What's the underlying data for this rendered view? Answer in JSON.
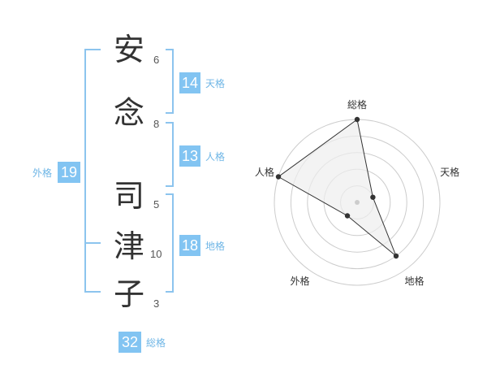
{
  "name": {
    "chars": [
      {
        "char": "安",
        "strokes": "6"
      },
      {
        "char": "念",
        "strokes": "8"
      },
      {
        "char": "司",
        "strokes": "5"
      },
      {
        "char": "津",
        "strokes": "10"
      },
      {
        "char": "子",
        "strokes": "3"
      }
    ]
  },
  "fortunes": {
    "tenkaku": {
      "value": "14",
      "label": "天格"
    },
    "jinkaku": {
      "value": "13",
      "label": "人格"
    },
    "chikaku": {
      "value": "18",
      "label": "地格"
    },
    "gaikaku": {
      "value": "19",
      "label": "外格"
    },
    "soukaku": {
      "value": "32",
      "label": "総格"
    }
  },
  "chart_data": {
    "type": "radar",
    "axes": [
      "総格",
      "天格",
      "地格",
      "外格",
      "人格"
    ],
    "values": [
      5,
      1,
      4,
      1,
      5
    ],
    "rmax": 5,
    "rings": 5,
    "colors": {
      "ring": "#cccccc",
      "fill": "#eeeeee",
      "line": "#333333",
      "point": "#333333",
      "center": "#cccccc"
    }
  }
}
